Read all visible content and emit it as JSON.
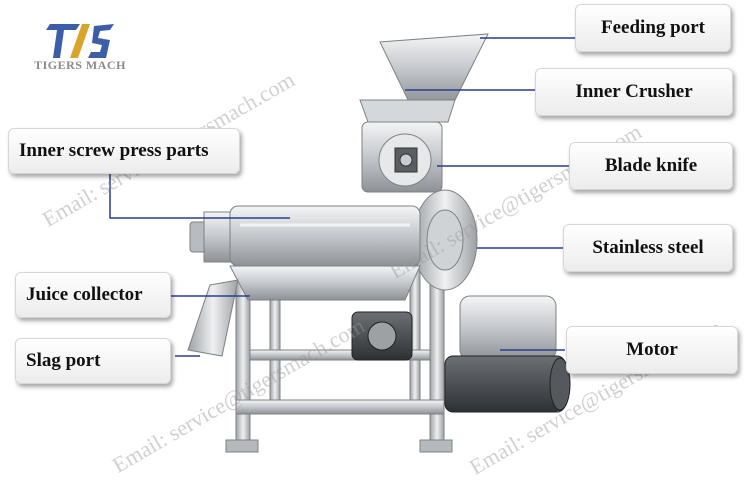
{
  "brand": {
    "name": "TIGERS MACH"
  },
  "watermark": {
    "text": "Email: service@tigersmach.com"
  },
  "labels": {
    "feeding_port": "Feeding port",
    "inner_crusher": "Inner Crusher",
    "blade_knife": "Blade knife",
    "stainless_steel": "Stainless steel",
    "motor": "Motor",
    "inner_screw_press_parts": "Inner screw press parts",
    "juice_collector": "Juice collector",
    "slag_port": "Slag port"
  },
  "colors": {
    "brand_blue": "#3c5ea8",
    "brand_gold": "#d9a42c",
    "leader": "#2b3f8c",
    "steel_light": "#e4e6e8",
    "steel_dark": "#8e9296"
  },
  "icons": {
    "logo": "tigers-mach-logo-icon"
  }
}
